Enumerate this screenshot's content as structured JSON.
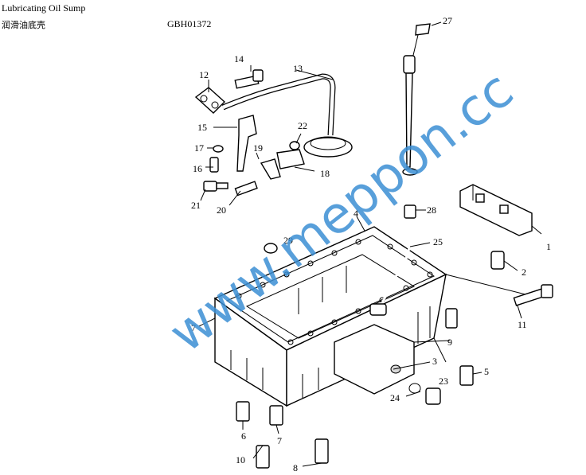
{
  "header": {
    "title_en": "Lubricating Oil Sump",
    "title_zh": "润滑油底壳",
    "code": "GBH01372"
  },
  "watermark": "www.meppon.cc",
  "callouts": [
    "27",
    "14",
    "13",
    "12",
    "15",
    "22",
    "17",
    "19",
    "16",
    "18",
    "21",
    "20",
    "4",
    "28",
    "29",
    "25",
    "1",
    "2",
    "11",
    "7",
    "9",
    "3",
    "5",
    "23",
    "24",
    "6",
    "7",
    "10",
    "8"
  ],
  "colors": {
    "watermark": "#3b8fd4"
  }
}
